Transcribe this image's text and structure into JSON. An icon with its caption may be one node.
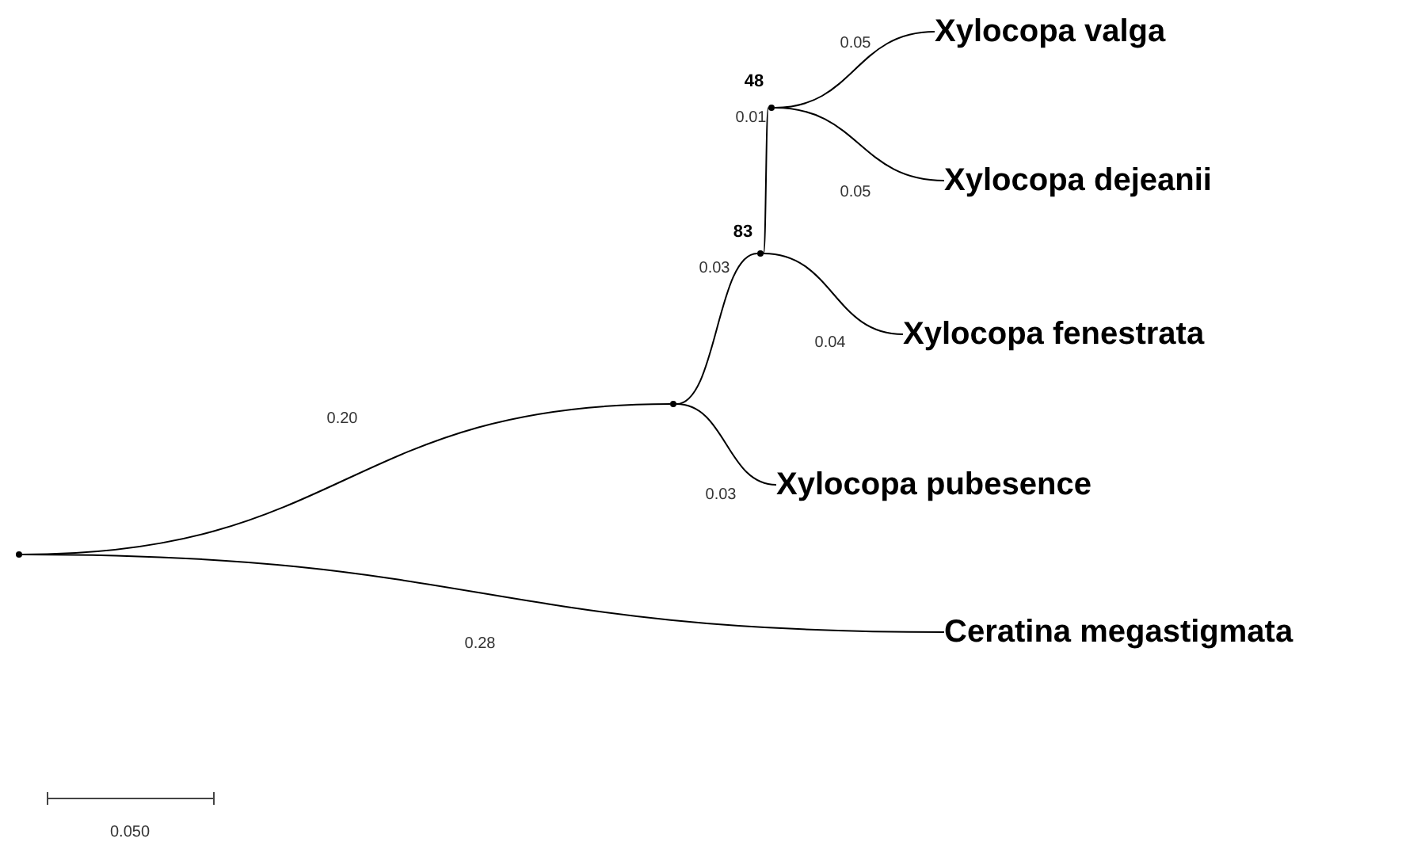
{
  "diagram": {
    "nodes": [
      {
        "text": [
          "Xylocopa valga"
        ]
      },
      {
        "text": [
          "Xylocopa dejeanii"
        ]
      },
      {
        "text": [
          "Xylocopa fenestrata"
        ]
      },
      {
        "text": [
          "Xylocopa pubesence"
        ]
      },
      {
        "text": [
          "Ceratina megastigmata"
        ]
      },
      {
        "text": [],
        "shape": "dot"
      },
      {
        "text": [],
        "shape": "dot"
      },
      {
        "text": [],
        "shape": "dot",
        "beside": [
          "83"
        ]
      },
      {
        "text": [],
        "shape": "dot",
        "beside": [
          "48"
        ]
      }
    ],
    "edges": [
      {
        "from": 5,
        "to": 6,
        "arrow": "none",
        "label": "0.20"
      },
      {
        "from": 5,
        "to": 4,
        "arrow": "none",
        "label": "0.28"
      },
      {
        "from": 6,
        "to": 7,
        "arrow": "none",
        "label": "0.03"
      },
      {
        "from": 6,
        "to": 3,
        "arrow": "none",
        "label": "0.03"
      },
      {
        "from": 7,
        "to": 8,
        "arrow": "none",
        "label": "0.01"
      },
      {
        "from": 7,
        "to": 2,
        "arrow": "none",
        "label": "0.04"
      },
      {
        "from": 8,
        "to": 0,
        "arrow": "none",
        "label": "0.05"
      },
      {
        "from": 8,
        "to": 1,
        "arrow": "none",
        "label": "0.05"
      }
    ],
    "labels": [
      "0.050"
    ]
  }
}
